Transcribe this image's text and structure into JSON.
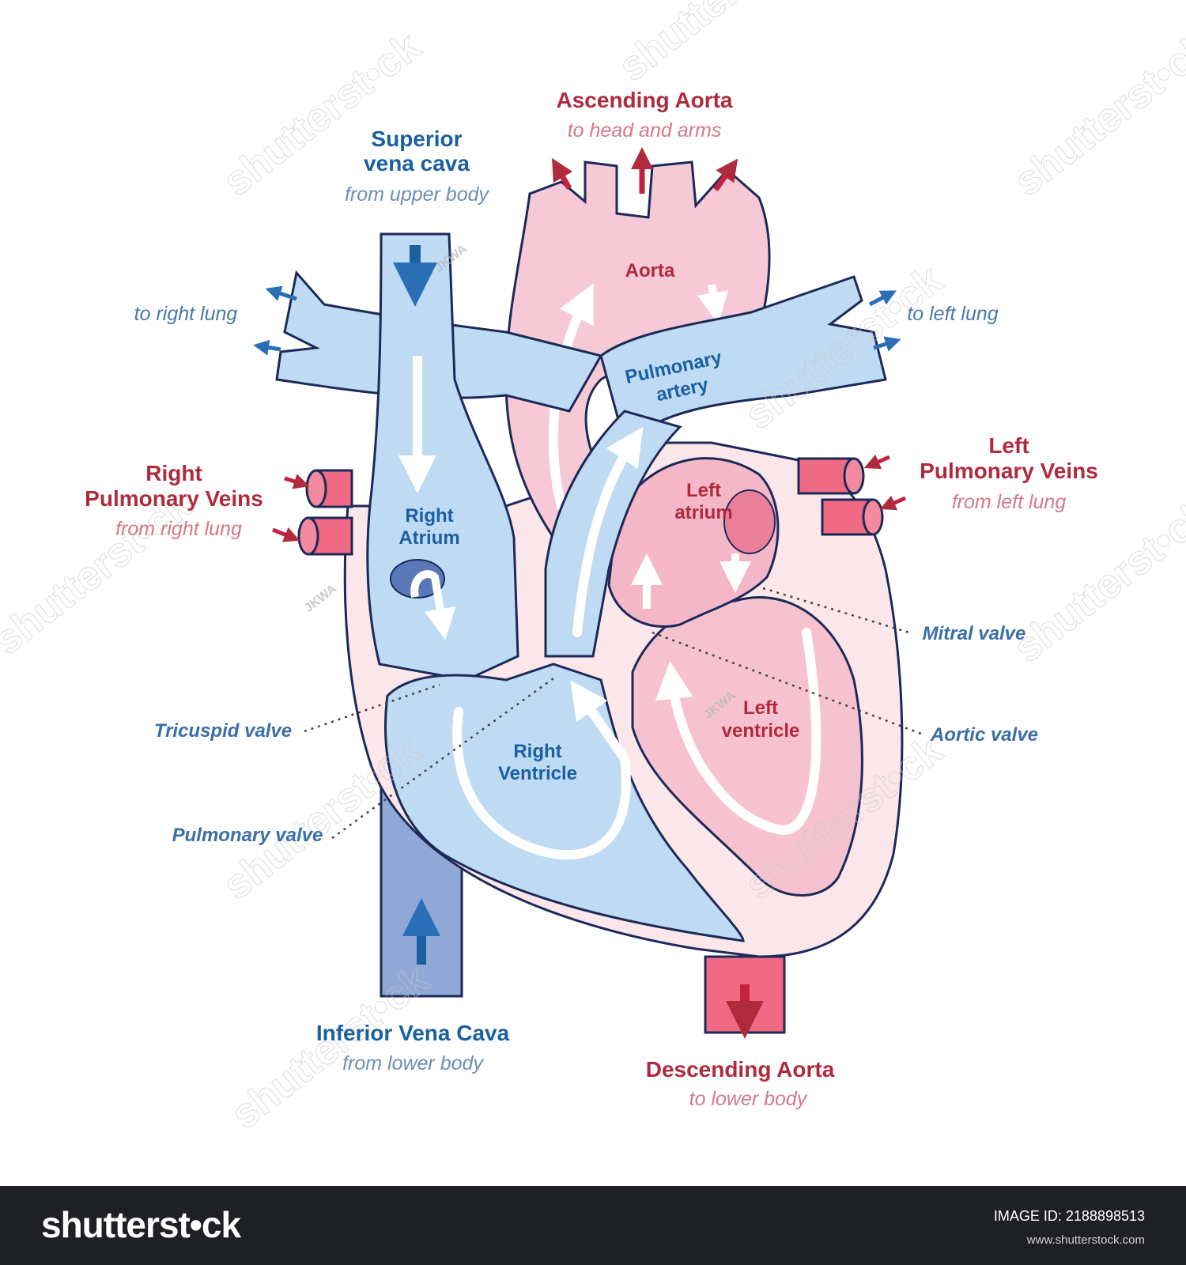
{
  "labels": {
    "ascending_aorta": {
      "title": "Ascending Aorta",
      "sub": "to head and arms"
    },
    "superior_vena_cava": {
      "title_line1": "Superior",
      "title_line2": "vena cava",
      "sub": "from upper body"
    },
    "aorta": "Aorta",
    "to_right_lung": "to right lung",
    "to_left_lung": "to left lung",
    "pulmonary_artery": {
      "line1": "Pulmonary",
      "line2": "artery"
    },
    "right_pulmonary_veins": {
      "line1": "Right",
      "line2": "Pulmonary Veins",
      "sub": "from right lung"
    },
    "left_pulmonary_veins": {
      "line1": "Left",
      "line2": "Pulmonary Veins",
      "sub": "from left lung"
    },
    "right_atrium": {
      "line1": "Right",
      "line2": "Atrium"
    },
    "left_atrium": {
      "line1": "Left",
      "line2": "atrium"
    },
    "mitral_valve": "Mitral valve",
    "aortic_valve": "Aortic valve",
    "tricuspid_valve": "Tricuspid valve",
    "pulmonary_valve": "Pulmonary valve",
    "right_ventricle": {
      "line1": "Right",
      "line2": "Ventricle"
    },
    "left_ventricle": {
      "line1": "Left",
      "line2": "ventricle"
    },
    "inferior_vena_cava": {
      "title": "Inferior Vena Cava",
      "sub": "from lower body"
    },
    "descending_aorta": {
      "title": "Descending Aorta",
      "sub": "to lower body"
    }
  },
  "watermark": {
    "text": "shutterst•ck",
    "artist": "JKWA"
  },
  "footer": {
    "logo": "shutterst•ck",
    "image_id": "IMAGE ID: 2188898513",
    "site": "www.shutterstock.com"
  },
  "colors": {
    "blue_blood": "#bfdaf3",
    "red_blood": "#f6c7d3",
    "outline": "#1c2a5a",
    "blue_label": "#1a5fa0",
    "red_label": "#b02a3e"
  }
}
